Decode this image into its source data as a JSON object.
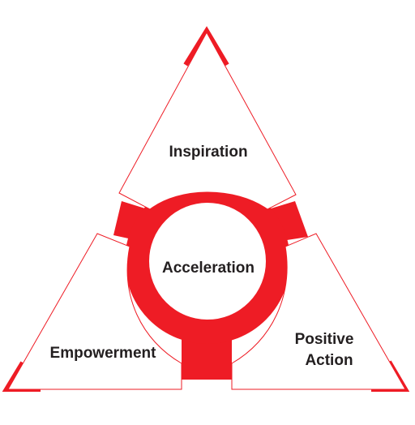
{
  "diagram": {
    "center_label": "Acceleration",
    "top_label": "Inspiration",
    "left_label": "Empowerment",
    "right_label_line1": "Positive",
    "right_label_line2": "Action"
  },
  "colors": {
    "accent": "#ee1c25",
    "text": "#231f20",
    "background": "#ffffff"
  }
}
